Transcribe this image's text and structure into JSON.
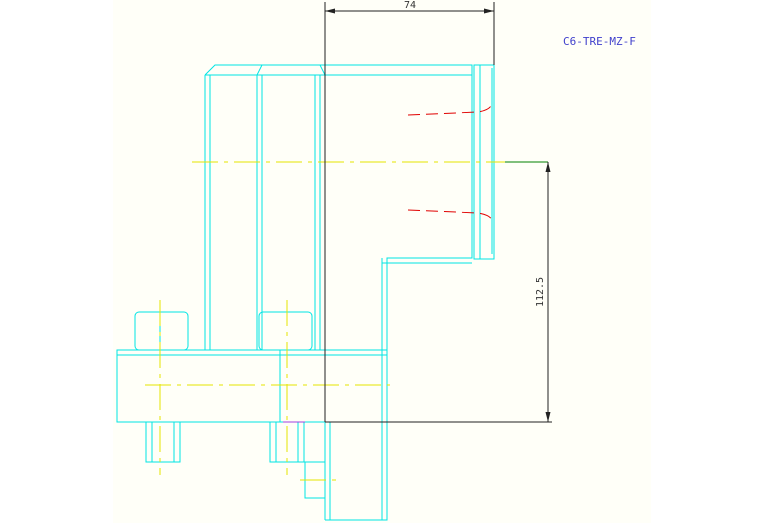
{
  "drawing": {
    "part_label": "C6-TRE-MZ-F",
    "dimensions": {
      "horizontal": "74",
      "vertical": "112.5"
    }
  },
  "colors": {
    "background": "#fffff8",
    "outline": "#00e5e5",
    "centerline": "#e5e500",
    "hidden": "#e00000",
    "dimension": "#222222",
    "label": "#4040cc",
    "extension": "#008000",
    "accent": "#a040e0"
  }
}
